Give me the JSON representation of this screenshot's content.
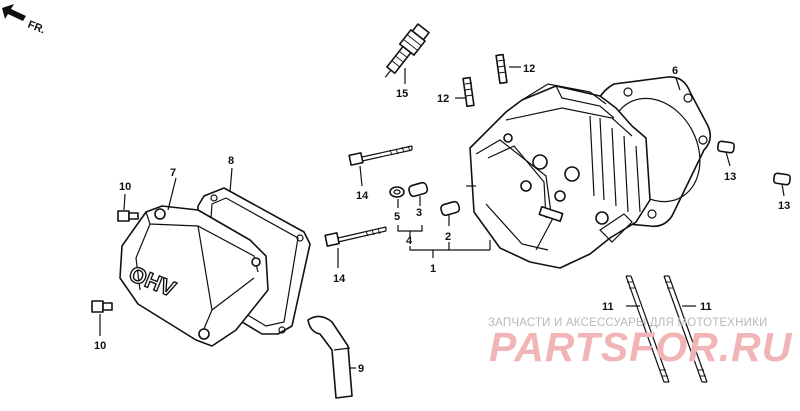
{
  "direction_marker": {
    "text": "FR."
  },
  "cover_marking": "OHV",
  "callouts": {
    "c1": "1",
    "c2": "2",
    "c3": "3",
    "c4": "4",
    "c5": "5",
    "c6": "6",
    "c7": "7",
    "c8": "8",
    "c9": "9",
    "c10a": "10",
    "c10b": "10",
    "c11a": "11",
    "c11b": "11",
    "c12a": "12",
    "c12b": "12",
    "c13a": "13",
    "c13b": "13",
    "c14a": "14",
    "c14b": "14",
    "c15": "15"
  },
  "watermark": {
    "line1": "ЗАПЧАСТИ И АКСЕССУАРЫ ДЛЯ МОТОТЕХНИКИ",
    "line2": "PARTSFOR.RU"
  }
}
